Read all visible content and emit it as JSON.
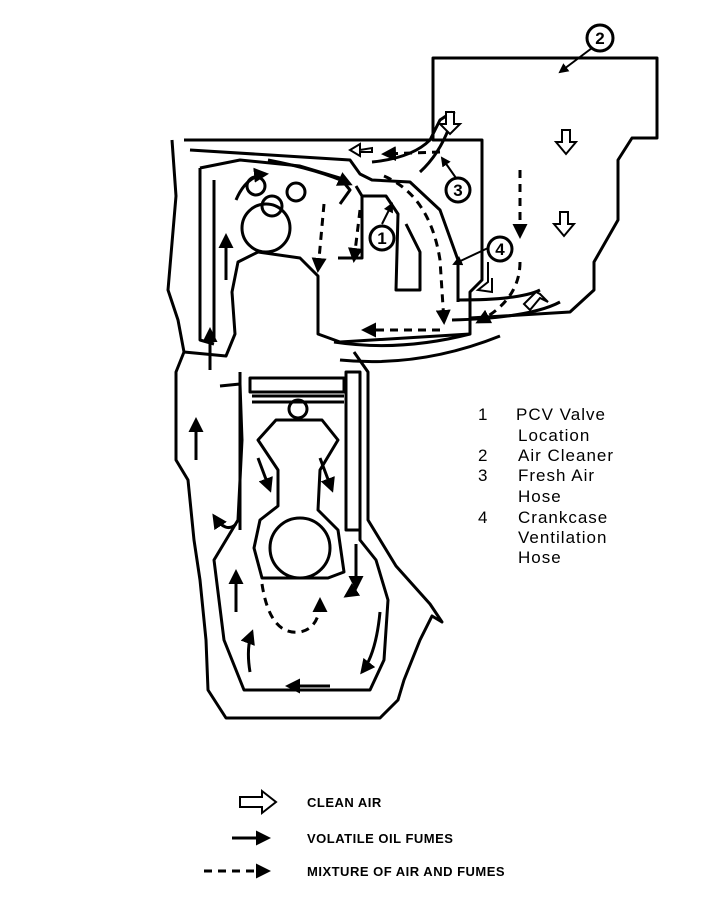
{
  "callouts": [
    "1",
    "2",
    "3",
    "4"
  ],
  "key": [
    {
      "num": "1",
      "lines": [
        "PCV Valve",
        "Location"
      ]
    },
    {
      "num": "2",
      "lines": [
        "Air Cleaner"
      ]
    },
    {
      "num": "3",
      "lines": [
        "Fresh Air",
        "Hose"
      ]
    },
    {
      "num": "4",
      "lines": [
        "Crankcase",
        "Ventilation",
        "Hose"
      ]
    }
  ],
  "legend": {
    "clean_air": "CLEAN AIR",
    "oil_fumes": "VOLATILE OIL FUMES",
    "mixture": "MIXTURE OF AIR AND FUMES"
  },
  "colors": {
    "ink": "#000000",
    "paper": "#ffffff"
  }
}
